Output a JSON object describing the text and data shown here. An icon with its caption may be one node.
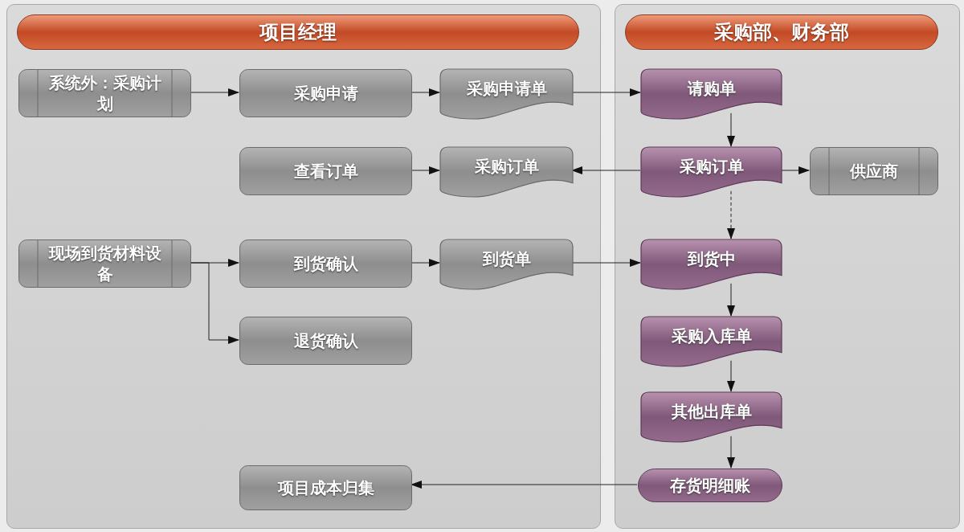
{
  "diagram": {
    "nodes": [
      {
        "text": [
          "项目经理"
        ]
      },
      {
        "text": [
          "采购部、财务部"
        ]
      },
      {
        "text": [
          "系统外：采购计划"
        ],
        "in": 0
      },
      {
        "text": [
          "采购申请"
        ],
        "in": 0
      },
      {
        "text": [
          "采购申请单"
        ],
        "in": 0
      },
      {
        "text": [
          "请购单"
        ],
        "in": 1
      },
      {
        "text": [
          "查看订单"
        ],
        "in": 0
      },
      {
        "text": [
          "采购订单"
        ],
        "in": 0
      },
      {
        "text": [
          "采购订单"
        ],
        "in": 1
      },
      {
        "text": [
          "供应商"
        ],
        "in": 1
      },
      {
        "text": [
          "现场到货材料设备"
        ],
        "in": 0
      },
      {
        "text": [
          "到货确认"
        ],
        "in": 0
      },
      {
        "text": [
          "到货单"
        ],
        "in": 0
      },
      {
        "text": [
          "到货中"
        ],
        "in": 1
      },
      {
        "text": [
          "退货确认"
        ],
        "in": 0
      },
      {
        "text": [
          "采购入库单"
        ],
        "in": 1
      },
      {
        "text": [
          "其他出库单"
        ],
        "in": 1
      },
      {
        "text": [
          "项目成本归集"
        ],
        "in": 0
      },
      {
        "text": [
          "存货明细账"
        ],
        "in": 1
      }
    ],
    "edges": [
      {
        "from": 2,
        "to": 3,
        "arrow": "to"
      },
      {
        "from": 3,
        "to": 4,
        "arrow": "to"
      },
      {
        "from": 4,
        "to": 5,
        "arrow": "to"
      },
      {
        "from": 5,
        "to": 8,
        "arrow": "to"
      },
      {
        "from": 8,
        "to": 7,
        "arrow": "to"
      },
      {
        "from": 6,
        "to": 7,
        "arrow": "to"
      },
      {
        "from": 8,
        "to": 9,
        "arrow": "to"
      },
      {
        "from": 8,
        "to": 13,
        "arrow": "to",
        "style": "dashed"
      },
      {
        "from": 10,
        "to": 11,
        "arrow": "to"
      },
      {
        "from": 10,
        "to": 14,
        "arrow": "to"
      },
      {
        "from": 11,
        "to": 12,
        "arrow": "to"
      },
      {
        "from": 12,
        "to": 13,
        "arrow": "to"
      },
      {
        "from": 13,
        "to": 15,
        "arrow": "to"
      },
      {
        "from": 15,
        "to": 16,
        "arrow": "to"
      },
      {
        "from": 16,
        "to": 18,
        "arrow": "to"
      },
      {
        "from": 18,
        "to": 17,
        "arrow": "to"
      }
    ]
  }
}
